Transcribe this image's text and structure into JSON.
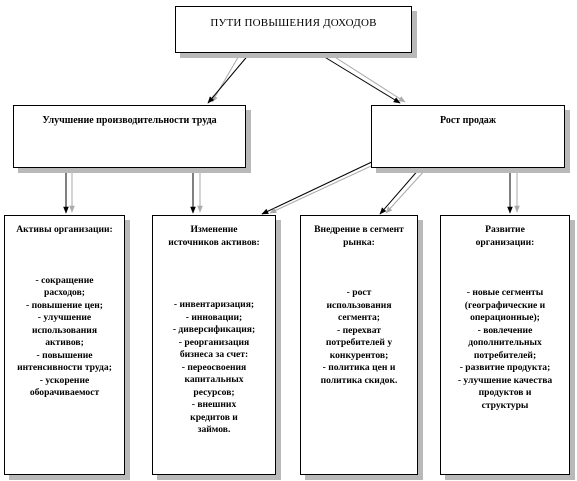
{
  "root": {
    "title": "ПУТИ ПОВЫШЕНИЯ  ДОХОДОВ"
  },
  "level2": [
    {
      "label": "Улучшение производительности труда"
    },
    {
      "label": "Рост продаж"
    }
  ],
  "columns": [
    {
      "title": "Активы организации:",
      "items": [
        "- сокращение расходов;",
        "- повышение цен;",
        "- улучшение использования активов;",
        "- повышение интенсивности труда;",
        "- ускорение оборачиваемост"
      ]
    },
    {
      "title": "Изменение источников активов:",
      "items": [
        "- инвентаризация;",
        "- инновации;",
        "- диверсификация;",
        "- реорганизация бизнеса за счет:",
        "- переосвоения капитальных ресурсов;",
        "- внешних кредитов и займов."
      ]
    },
    {
      "title": "Внедрение в сегмент рынка:",
      "items": [
        "- рост использования сегмента;",
        "- перехват потребителей у конкурентов;",
        "- политика цен и политика скидок."
      ]
    },
    {
      "title": "Развитие организации:",
      "items": [
        "- новые сегменты (географические и операционные);",
        "- вовлечение дополнительных потребителей;",
        "- развитие продукта;",
        "- улучшение качества продуктов и структуры"
      ]
    }
  ]
}
